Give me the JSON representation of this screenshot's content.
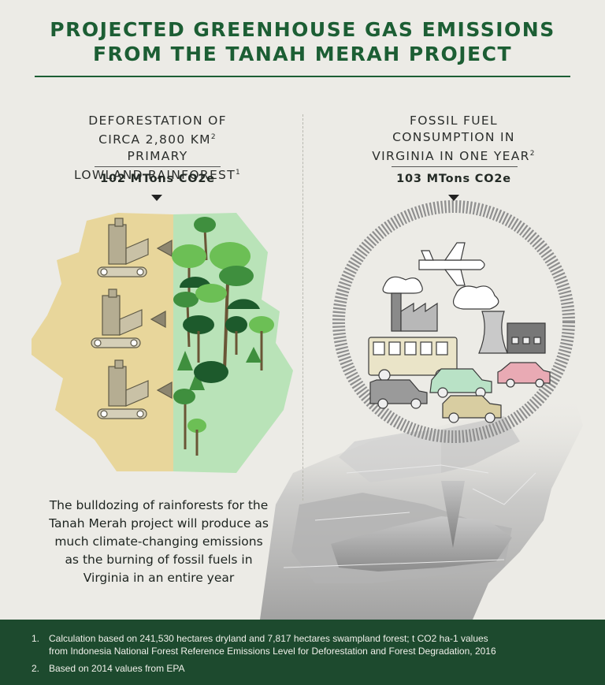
{
  "header": {
    "title_line1": "PROJECTED GREENHOUSE GAS EMISSIONS",
    "title_line2": "FROM THE TANAH MERAH PROJECT"
  },
  "left_column": {
    "line1": "DEFORESTATION OF",
    "line2_a": "CIRCA 2,800 KM",
    "line2_sup": "2",
    "line2_b": " PRIMARY",
    "line3": "LOWLAND RAINFOREST",
    "line3_sup": "1",
    "value": "102 MTons CO2e"
  },
  "right_column": {
    "line1": "FOSSIL FUEL",
    "line2": "CONSUMPTION IN",
    "line3": "VIRGINIA IN ONE YEAR",
    "line3_sup": "2",
    "value": "103 MTons CO2e"
  },
  "body": {
    "line1": "The bulldozing of rainforests for the",
    "line2": "Tanah Merah project will produce as",
    "line3": "much climate-changing emissions",
    "line4": "as the burning of fossil fuels in",
    "line5": "Virginia in an entire year"
  },
  "footnotes": [
    {
      "num": "1.",
      "line1": "Calculation based on 241,530 hectares dryland and 7,817 hectares swampland forest; t CO2 ha-1 values",
      "line2": "from Indonesia National Forest Reference Emissions Level for Deforestation and Forest Degradation, 2016"
    },
    {
      "num": "2.",
      "line1": "Based on 2014 values from EPA"
    }
  ],
  "colors": {
    "title_green": "#1c5e34",
    "footer_green": "#1d4a2e",
    "cleared_land": "#e8d69b",
    "forest_light": "#b9e3b8",
    "tree_dark": "#1d5a2c",
    "tree_mid": "#3f8f3e",
    "tree_light": "#6cbf55",
    "ring_gray": "#8f8f8f"
  },
  "icons": [
    "bulldozer-icon",
    "tree-icon",
    "airplane-icon",
    "factory-icon",
    "cooling-tower-icon",
    "bus-icon",
    "car-icon",
    "virginia-map"
  ]
}
